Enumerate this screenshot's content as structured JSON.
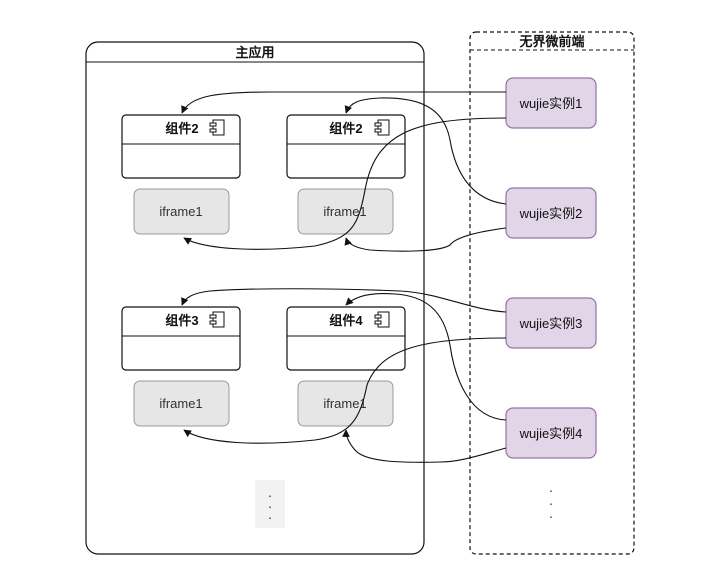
{
  "main_app": {
    "title": "主应用"
  },
  "wujie": {
    "title": "无界微前端"
  },
  "components": [
    {
      "label": "组件2"
    },
    {
      "label": "组件2"
    },
    {
      "label": "组件3"
    },
    {
      "label": "组件4"
    }
  ],
  "iframes": [
    {
      "label": "iframe1"
    },
    {
      "label": "iframe1"
    },
    {
      "label": "iframe1"
    },
    {
      "label": "iframe1"
    }
  ],
  "instances": [
    {
      "label": "wujie实例1"
    },
    {
      "label": "wujie实例2"
    },
    {
      "label": "wujie实例3"
    },
    {
      "label": "wujie实例4"
    }
  ],
  "colors": {
    "instance_fill": "#e1d5e7",
    "instance_stroke": "#9673a6",
    "iframe_fill": "#e6e6e6",
    "iframe_stroke": "#999999",
    "line": "#111111"
  },
  "ellipsis": "⋮"
}
